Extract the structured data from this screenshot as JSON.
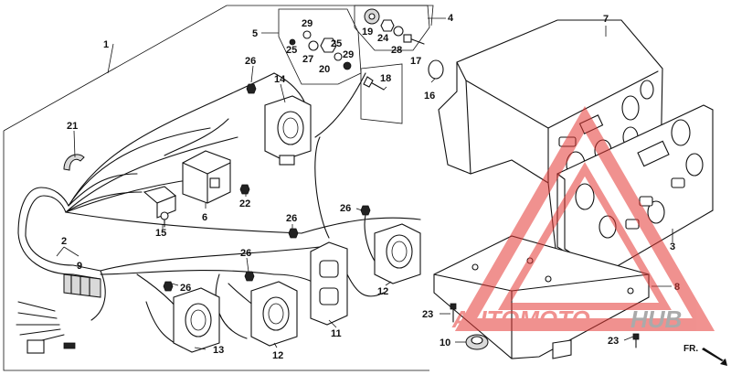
{
  "callouts": {
    "c1": "1",
    "c2": "2",
    "c3": "3",
    "c4": "4",
    "c5": "5",
    "c6": "6",
    "c7": "7",
    "c8": "8",
    "c9": "9",
    "c10": "10",
    "c11": "11",
    "c12a": "12",
    "c12b": "12",
    "c13": "13",
    "c14": "14",
    "c15": "15",
    "c16": "16",
    "c17": "17",
    "c18": "18",
    "c19": "19",
    "c20": "20",
    "c21": "21",
    "c22": "22",
    "c23a": "23",
    "c23b": "23",
    "c24": "24",
    "c25a": "25",
    "c25b": "25",
    "c26a": "26",
    "c26b": "26",
    "c26c": "26",
    "c26d": "26",
    "c26e": "26",
    "c27": "27",
    "c28": "28",
    "c29a": "29",
    "c29b": "29"
  },
  "direction": {
    "label": "FR."
  },
  "watermark": {
    "text": "AUTOMOTOHUB",
    "colors": {
      "primary": "#e53935",
      "secondary": "#666666"
    }
  },
  "icons": {
    "direction_arrow": "arrow-down-right-icon"
  }
}
